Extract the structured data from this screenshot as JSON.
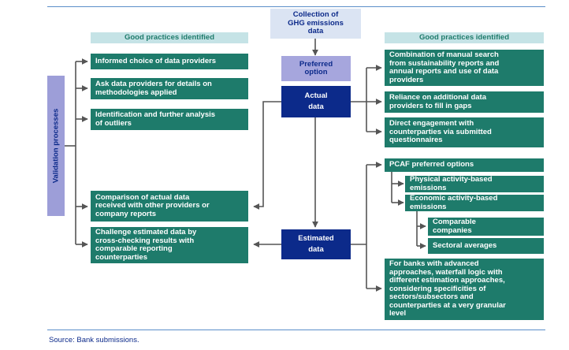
{
  "top_box": "Collection of\nGHG emissions\ndata",
  "preferred_option": "Preferred\noption",
  "actual_data": "Actual\ndata",
  "estimated_data": "Estimated\ndata",
  "validation_label": "Validation processes",
  "left_header": "Good practices identified",
  "right_header": "Good practices identified",
  "left_items": [
    "Informed choice of data providers",
    "Ask data providers for details on\nmethodologies applied",
    "Identification and further analysis\nof outliers",
    "Comparison of actual data\nreceived with other providers or\ncompany reports",
    "Challenge estimated data by\ncross-checking results with\ncomparable reporting\ncounterparties"
  ],
  "right_actual_items": [
    "Combination of manual search\nfrom sustainability reports and\nannual reports and use of data\nproviders",
    "Reliance on additional data\nproviders to fill in gaps",
    "Direct engagement with\ncounterparties via submitted\nquestionnaires"
  ],
  "pcaf": {
    "title": "PCAF preferred options",
    "physical": "Physical activity-based\nemissions",
    "economic": "Economic activity-based\nemissions",
    "comparable": "Comparable\ncompanies",
    "sectoral": "Sectoral averages"
  },
  "banks_advanced": "For banks with advanced\napproaches, waterfall logic with\ndifferent estimation approaches,\nconsidering specificities of\nsectors/subsectors and\ncounterparties at a very granular\nlevel",
  "source": "Source: Bank submissions."
}
